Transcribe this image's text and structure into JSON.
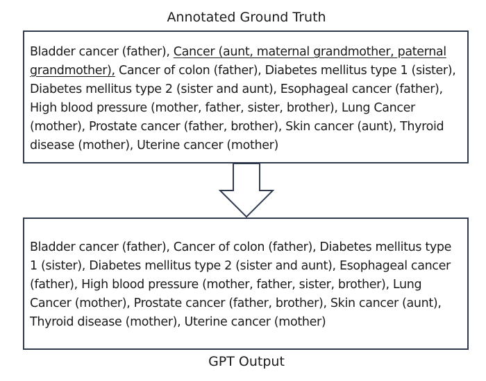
{
  "top_caption": "Annotated Ground Truth",
  "bottom_caption": "GPT Output",
  "ground_truth": {
    "pre": "Bladder cancer (father), ",
    "underlined": "Cancer (aunt, maternal grandmother, paternal grandmother),",
    "post": " Cancer of colon (father), Diabetes mellitus type 1 (sister), Diabetes mellitus type 2 (sister and aunt), Esophageal cancer (father), High blood pressure (mother, father, sister, brother), Lung Cancer (mother), Prostate cancer (father, brother), Skin cancer (aunt), Thyroid disease (mother), Uterine cancer (mother)"
  },
  "gpt_output": "Bladder cancer (father), Cancer of colon (father), Diabetes mellitus type 1 (sister), Diabetes mellitus type 2 (sister and aunt), Esophageal cancer (father), High blood pressure (mother, father, sister, brother), Lung Cancer (mother), Prostate cancer (father, brother), Skin cancer (aunt), Thyroid disease (mother), Uterine cancer (mother)",
  "colors": {
    "border": "#2f3a4f",
    "text": "#1a1a1a"
  }
}
